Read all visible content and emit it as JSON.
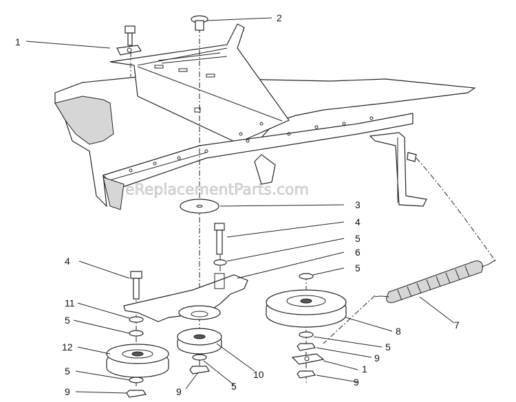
{
  "watermark": "eReplacementParts.com",
  "callouts": [
    {
      "id": "c1",
      "text": "1"
    },
    {
      "id": "c2",
      "text": "2"
    },
    {
      "id": "c3",
      "text": "3"
    },
    {
      "id": "c4a",
      "text": "4"
    },
    {
      "id": "c5a",
      "text": "5"
    },
    {
      "id": "c6",
      "text": "6"
    },
    {
      "id": "c5b",
      "text": "5"
    },
    {
      "id": "c4b",
      "text": "4"
    },
    {
      "id": "c11",
      "text": "11"
    },
    {
      "id": "c5c",
      "text": "5"
    },
    {
      "id": "c12",
      "text": "12"
    },
    {
      "id": "c5d",
      "text": "5"
    },
    {
      "id": "c9a",
      "text": "9"
    },
    {
      "id": "c9b",
      "text": "9"
    },
    {
      "id": "c5e",
      "text": "5"
    },
    {
      "id": "c10",
      "text": "10"
    },
    {
      "id": "c7",
      "text": "7"
    },
    {
      "id": "c8",
      "text": "8"
    },
    {
      "id": "c5f",
      "text": "5"
    },
    {
      "id": "c9c",
      "text": "9"
    },
    {
      "id": "c1b",
      "text": "1"
    },
    {
      "id": "c9d",
      "text": "9"
    }
  ]
}
